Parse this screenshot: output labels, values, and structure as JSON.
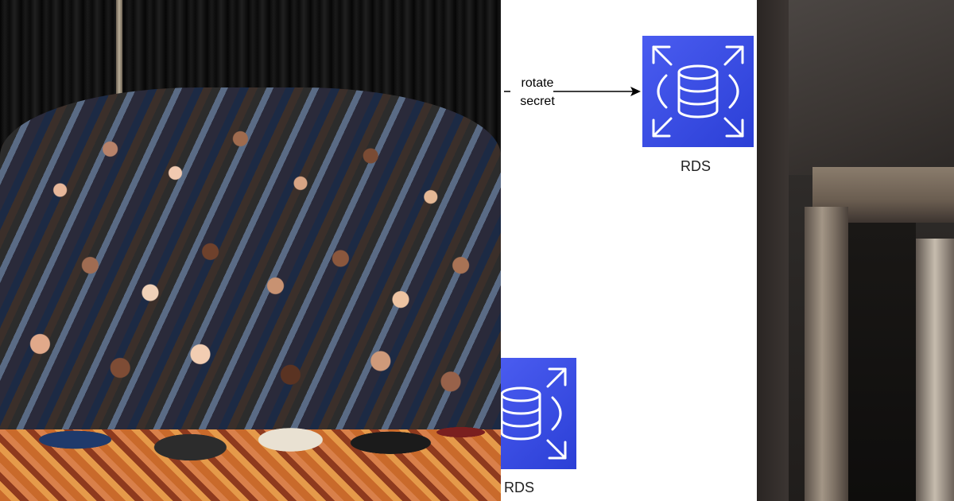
{
  "diagram": {
    "arrow_label_line1": "rotate",
    "arrow_label_line2": "secret",
    "rds_main_label": "RDS",
    "rds_lower_label": "RDS",
    "rds_icon": "rds-database-icon",
    "colors": {
      "rds_tile": "#3b4ee6",
      "arrow": "#000000",
      "label": "#1f1f1f"
    }
  },
  "photos": {
    "left": "crowd-photo",
    "right": "dark-interior-photo"
  }
}
